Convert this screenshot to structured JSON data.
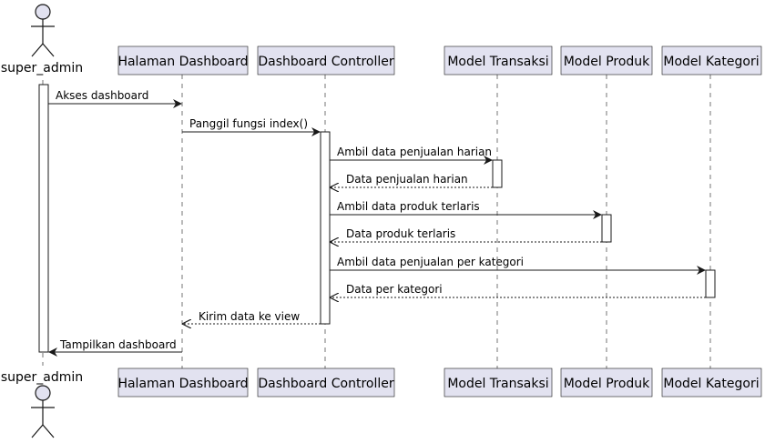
{
  "diagram": {
    "type": "sequence",
    "colors": {
      "participant_fill": "#E2E2F0",
      "participant_stroke": "#181818",
      "lifeline": "#181818",
      "activation_fill": "#FFFFFF",
      "arrow": "#181818"
    },
    "actor": {
      "name": "super_admin"
    },
    "participants": [
      {
        "id": "halaman",
        "label": "Halaman Dashboard"
      },
      {
        "id": "controller",
        "label": "Dashboard Controller"
      },
      {
        "id": "transaksi",
        "label": "Model Transaksi"
      },
      {
        "id": "produk",
        "label": "Model Produk"
      },
      {
        "id": "kategori",
        "label": "Model Kategori"
      }
    ],
    "messages": [
      {
        "from": "super_admin",
        "to": "halaman",
        "label": "Akses dashboard",
        "style": "solid"
      },
      {
        "from": "halaman",
        "to": "controller",
        "label": "Panggil fungsi index()",
        "style": "solid"
      },
      {
        "from": "controller",
        "to": "transaksi",
        "label": "Ambil data penjualan harian",
        "style": "solid"
      },
      {
        "from": "transaksi",
        "to": "controller",
        "label": "Data penjualan harian",
        "style": "dashed"
      },
      {
        "from": "controller",
        "to": "produk",
        "label": "Ambil data produk terlaris",
        "style": "solid"
      },
      {
        "from": "produk",
        "to": "controller",
        "label": "Data produk terlaris",
        "style": "dashed"
      },
      {
        "from": "controller",
        "to": "kategori",
        "label": "Ambil data penjualan per kategori",
        "style": "solid"
      },
      {
        "from": "kategori",
        "to": "controller",
        "label": "Data per kategori",
        "style": "dashed"
      },
      {
        "from": "controller",
        "to": "halaman",
        "label": "Kirim data ke view",
        "style": "dashed"
      },
      {
        "from": "halaman",
        "to": "super_admin",
        "label": "Tampilkan dashboard",
        "style": "solid"
      }
    ]
  }
}
